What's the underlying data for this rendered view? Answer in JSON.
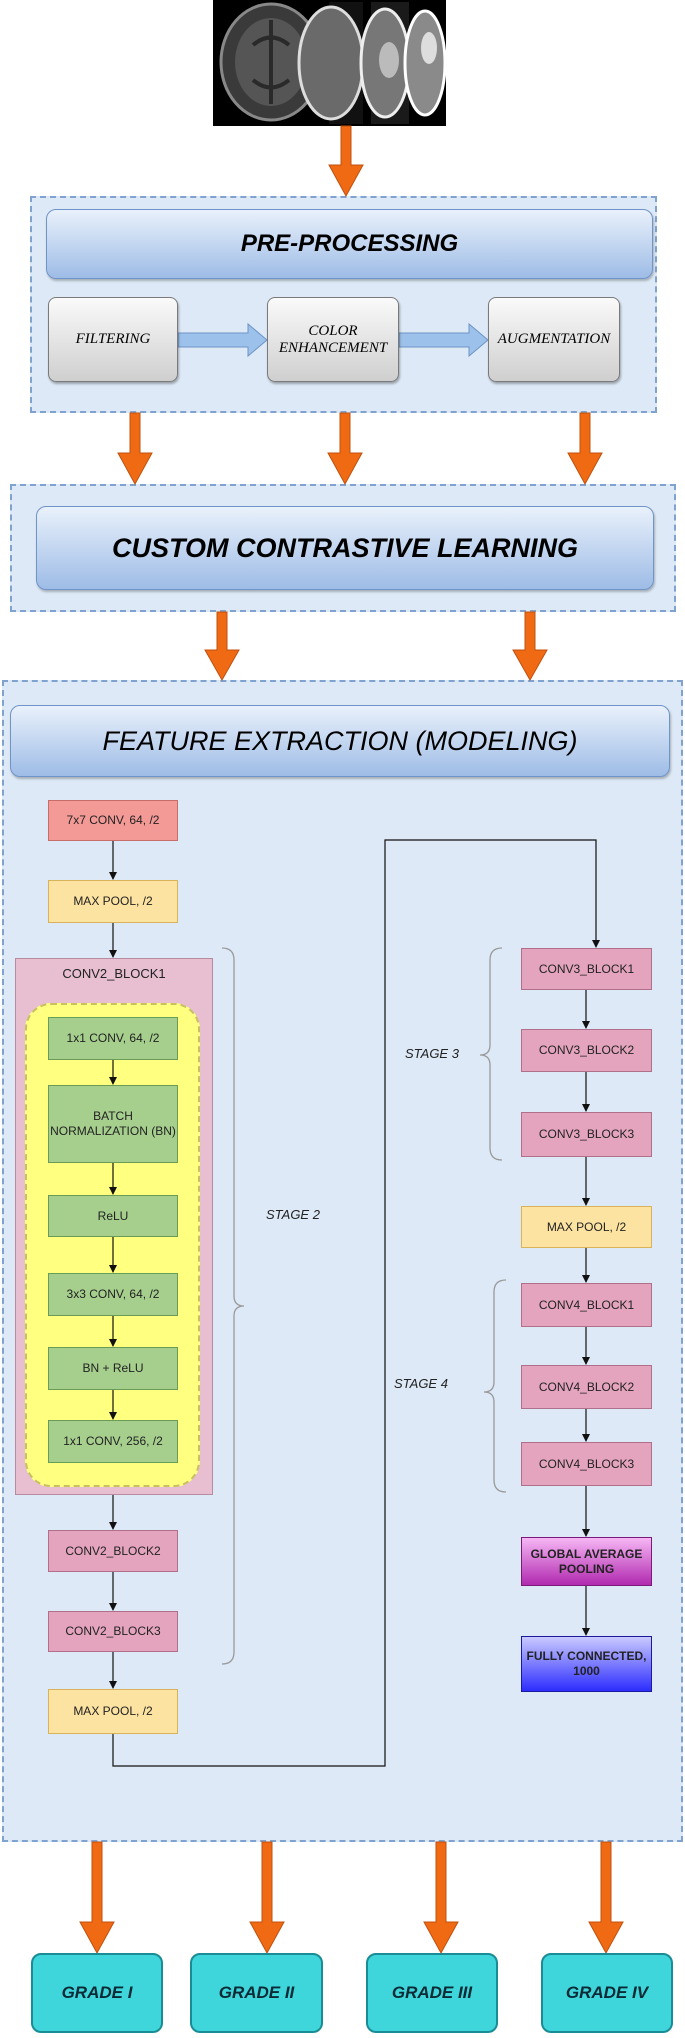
{
  "input_images": [
    "mri-axial-slice",
    "mri-sagittal-slice-1",
    "mri-sagittal-slice-2",
    "mri-sagittal-slice-3"
  ],
  "preprocessing": {
    "title": "PRE-PROCESSING",
    "steps": [
      "FILTERING",
      "COLOR ENHANCEMENT",
      "AUGMENTATION"
    ]
  },
  "contrastive": {
    "title": "CUSTOM CONTRASTIVE LEARNING"
  },
  "feature_extraction": {
    "title": "FEATURE EXTRACTION (MODELING)",
    "left_column": {
      "conv1": "7x7 CONV, 64, /2",
      "maxpool1": "MAX POOL, /2",
      "conv2_block1_title": "CONV2_BLOCK1",
      "block1_layers": [
        "1x1 CONV, 64, /2",
        "BATCH NORMALIZATION (BN)",
        "ReLU",
        "3x3 CONV, 64, /2",
        "BN + ReLU",
        "1x1 CONV, 256, /2"
      ],
      "conv2_block2": "CONV2_BLOCK2",
      "conv2_block3": "CONV2_BLOCK3",
      "maxpool2": "MAX POOL, /2"
    },
    "stage2_label": "STAGE 2",
    "right_column": {
      "stage3_label": "STAGE 3",
      "conv3_blocks": [
        "CONV3_BLOCK1",
        "CONV3_BLOCK2",
        "CONV3_BLOCK3"
      ],
      "maxpool3": "MAX POOL, /2",
      "stage4_label": "STAGE 4",
      "conv4_blocks": [
        "CONV4_BLOCK1",
        "CONV4_BLOCK2",
        "CONV4_BLOCK3"
      ],
      "gap": "GLOBAL AVERAGE POOLING",
      "fc": "FULLY CONNECTED, 1000"
    }
  },
  "grades": [
    "GRADE I",
    "GRADE II",
    "GRADE III",
    "GRADE IV"
  ],
  "colors": {
    "arrow": "#f06a14",
    "panel": "#dde9f6",
    "header": "#9ebce6",
    "grade": "#3ed6da"
  }
}
